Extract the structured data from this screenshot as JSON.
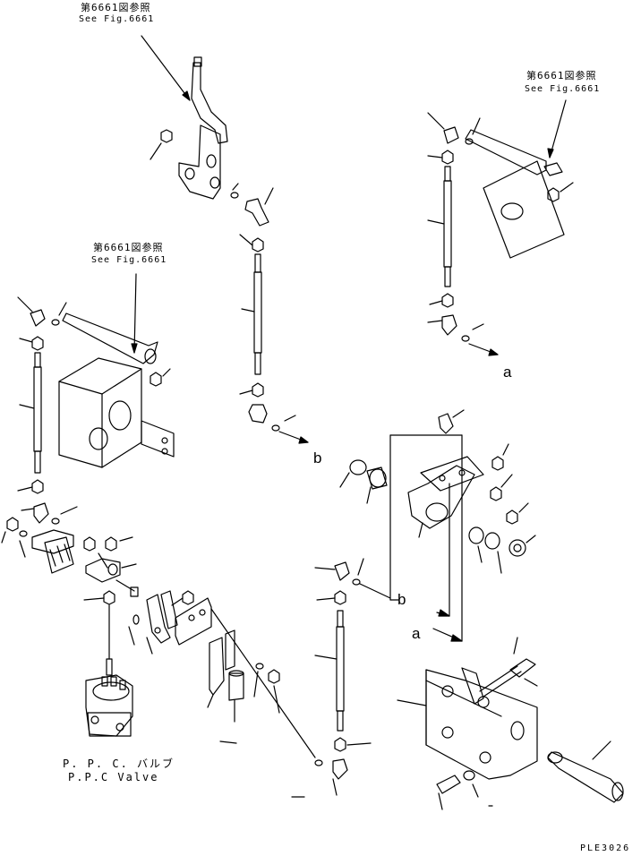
{
  "references": [
    {
      "jp": "第6661図参照",
      "en": "See Fig.6661"
    },
    {
      "jp": "第6661図参照",
      "en": "See Fig.6661"
    },
    {
      "jp": "第6661図参照",
      "en": "See Fig.6661"
    }
  ],
  "connection_labels": {
    "a1": "a",
    "b1": "b",
    "b2": "b",
    "a2": "a"
  },
  "valve": {
    "jp": "P. P. C. バルブ",
    "en": "P.P.C Valve"
  },
  "drawing_code": "PLE3026"
}
